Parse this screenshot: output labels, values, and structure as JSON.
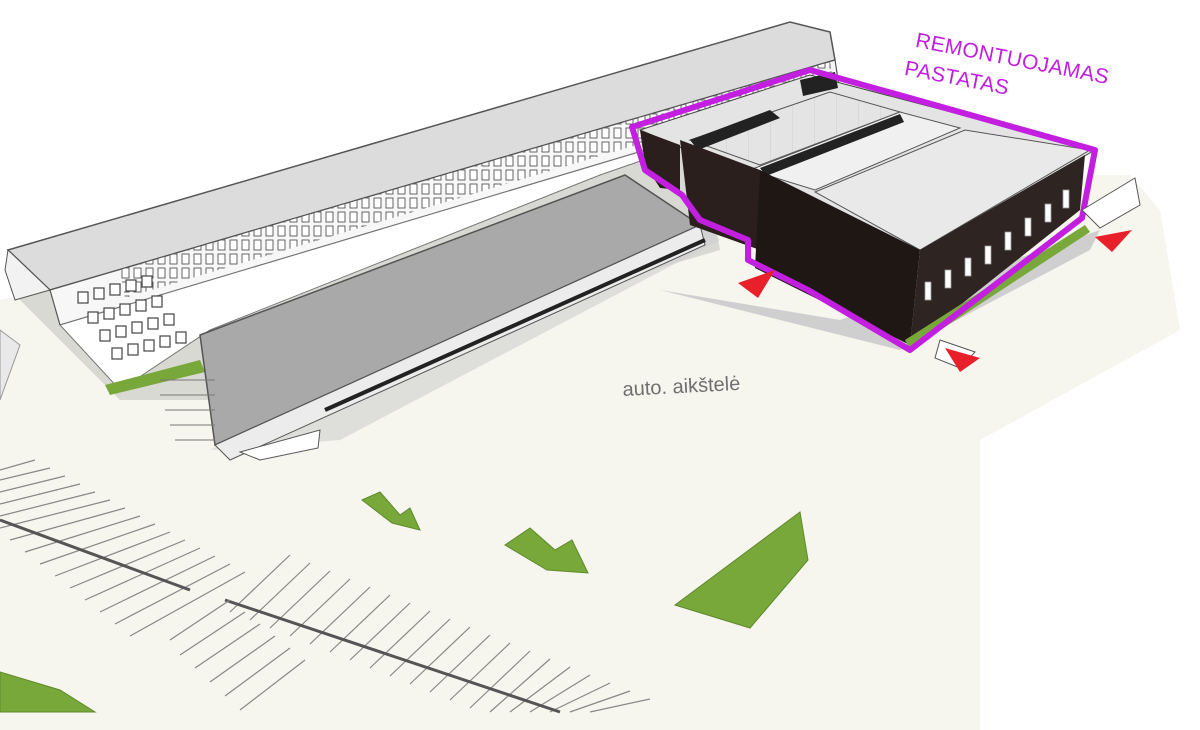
{
  "labels": {
    "renovated_line1": "REMONTUOJAMAS",
    "renovated_line2": "PASTATAS",
    "parking": "auto. aikštelė"
  },
  "colors": {
    "outline": "#c21fe0",
    "arrow": "#e8202a",
    "grass": "#78a83a",
    "ground": "#f6f5ee",
    "dark_facade": "#2a1f1c"
  },
  "icons": {
    "entrance_arrow": "red-triangle"
  }
}
